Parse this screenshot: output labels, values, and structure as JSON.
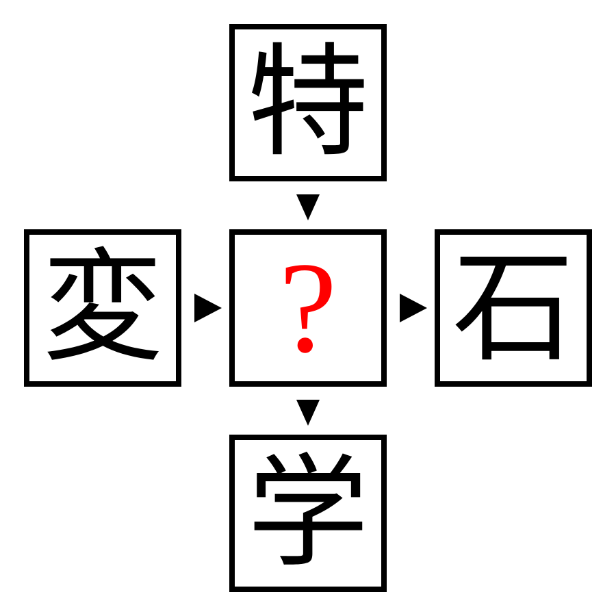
{
  "puzzle": {
    "top": {
      "char": "特"
    },
    "left": {
      "char": "変"
    },
    "center": {
      "char": "?"
    },
    "right": {
      "char": "石"
    },
    "bottom": {
      "char": "学"
    }
  },
  "colors": {
    "text": "#000000",
    "question": "#ff0000",
    "border": "#000000",
    "background": "#ffffff"
  },
  "icons": {
    "top_arrow": "arrow-down-icon",
    "bottom_arrow": "arrow-down-icon",
    "left_arrow": "arrow-right-icon",
    "right_arrow": "arrow-right-icon"
  }
}
